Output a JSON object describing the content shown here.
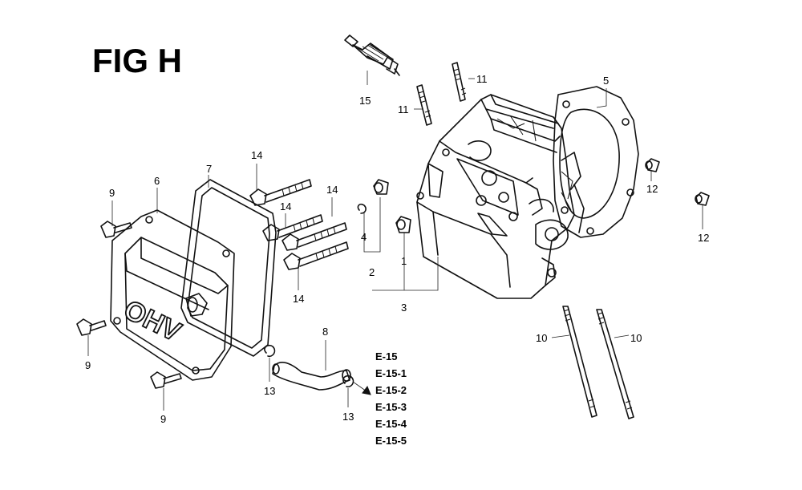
{
  "figure": {
    "title": "FIG H"
  },
  "callouts": {
    "c1": "1",
    "c2": "2",
    "c3": "3",
    "c4": "4",
    "c5": "5",
    "c6": "6",
    "c7": "7",
    "c8": "8",
    "c9a": "9",
    "c9b": "9",
    "c9c": "9",
    "c10a": "10",
    "c10b": "10",
    "c11a": "11",
    "c11b": "11",
    "c12a": "12",
    "c12b": "12",
    "c13a": "13",
    "c13b": "13",
    "c14a": "14",
    "c14b": "14",
    "c14c": "14",
    "c14d": "14",
    "c15": "15"
  },
  "references": [
    "E-15",
    "E-15-1",
    "E-15-2",
    "E-15-3",
    "E-15-4",
    "E-15-5"
  ],
  "cover_text": "OHV"
}
